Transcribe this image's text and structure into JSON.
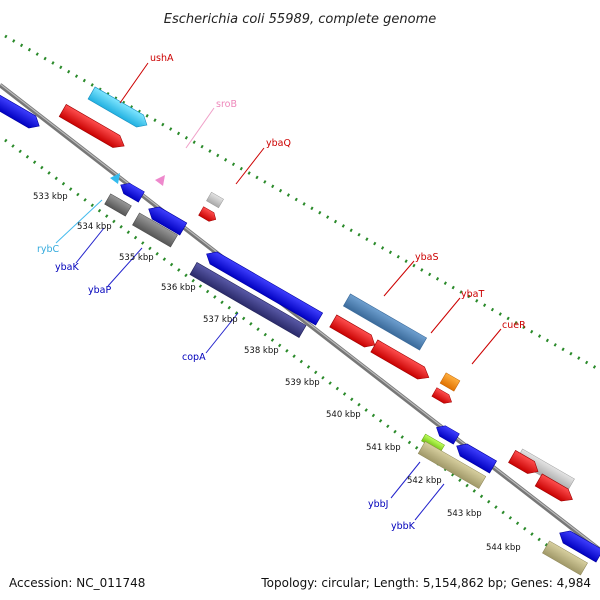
{
  "title": "Escherichia coli 55989, complete genome",
  "footer": {
    "accession": "Accession: NC_011748",
    "topology": "Topology: circular; Length: 5,154,862 bp; Genes: 4,984"
  },
  "kbp_labels": [
    "533 kbp",
    "534 kbp",
    "535 kbp",
    "536 kbp",
    "537 kbp",
    "538 kbp",
    "539 kbp",
    "540 kbp",
    "541 kbp",
    "542 kbp",
    "543 kbp",
    "544 kbp"
  ],
  "genes": [
    {
      "name": "ushA",
      "color": "#cc0000"
    },
    {
      "name": "sroB",
      "color": "#ee88bb"
    },
    {
      "name": "ybaQ",
      "color": "#cc0000"
    },
    {
      "name": "rybC",
      "color": "#33aadd"
    },
    {
      "name": "ybaK",
      "color": "#0000bb"
    },
    {
      "name": "ybaP",
      "color": "#0000bb"
    },
    {
      "name": "copA",
      "color": "#0000bb"
    },
    {
      "name": "ybaS",
      "color": "#cc0000"
    },
    {
      "name": "ybaT",
      "color": "#cc0000"
    },
    {
      "name": "cueR",
      "color": "#cc0000"
    },
    {
      "name": "ybbJ",
      "color": "#0000bb"
    },
    {
      "name": "ybbK",
      "color": "#0000bb"
    }
  ],
  "colors": {
    "forward_cds": "#e00000",
    "reverse_cds": "#0000e0",
    "rrna_cyan": "#33c8ee",
    "gray_feature": "#666666",
    "light_gray": "#bbbbbb",
    "slate_blue": "#4a82b8",
    "navy": "#3a3a8a",
    "orange": "#ff8800",
    "khaki": "#b8b080",
    "lime": "#88dd22",
    "tick_green": "#2a7a2a",
    "backbone": "#888888"
  }
}
